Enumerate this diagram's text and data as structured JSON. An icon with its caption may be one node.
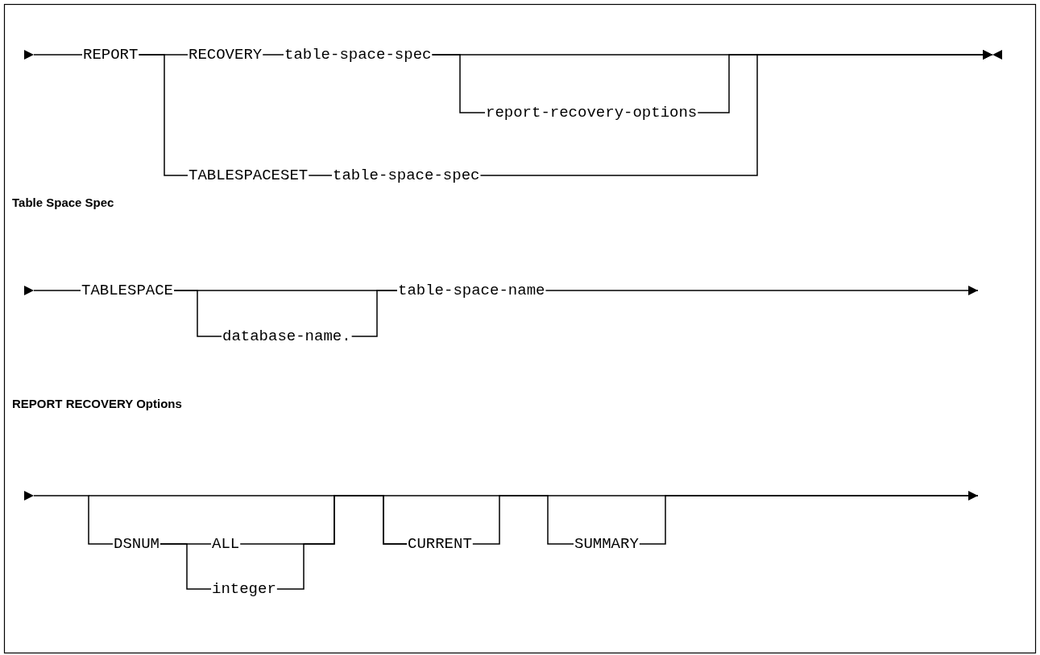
{
  "diagram": {
    "nodes": [
      {
        "text": [
          "REPORT"
        ]
      },
      {
        "text": [
          "RECOVERY"
        ]
      },
      {
        "text": [
          "table-space-spec"
        ]
      },
      {
        "text": [
          "report-recovery-options"
        ]
      },
      {
        "text": [
          "TABLESPACESET"
        ]
      },
      {
        "text": [
          "table-space-spec"
        ]
      },
      {
        "text": [
          "TABLESPACE"
        ]
      },
      {
        "text": [
          "database-name."
        ]
      },
      {
        "text": [
          "table-space-name"
        ]
      },
      {
        "text": [
          "DSNUM"
        ]
      },
      {
        "text": [
          "ALL"
        ]
      },
      {
        "text": [
          "integer"
        ]
      },
      {
        "text": [
          "CURRENT"
        ]
      },
      {
        "text": [
          "SUMMARY"
        ]
      },
      {
        "text": [],
        "shape": "triangle"
      },
      {
        "text": [],
        "shape": "triangle"
      },
      {
        "text": [],
        "shape": "triangle"
      }
    ],
    "edges": [
      {
        "from": 14,
        "to": 0,
        "arrow": "none"
      },
      {
        "from": 0,
        "to": 1,
        "arrow": "none"
      },
      {
        "from": 0,
        "to": 4,
        "arrow": "none"
      },
      {
        "from": 1,
        "to": 2,
        "arrow": "none"
      },
      {
        "from": 2,
        "to": 3,
        "arrow": "none"
      },
      {
        "from": 2,
        "to": null,
        "arrow": "to"
      },
      {
        "from": 3,
        "to": null,
        "arrow": "to"
      },
      {
        "from": 5,
        "to": null,
        "arrow": "to"
      },
      {
        "from": 4,
        "to": 5,
        "arrow": "none"
      },
      {
        "from": 15,
        "to": 6,
        "arrow": "none"
      },
      {
        "from": 6,
        "to": 7,
        "arrow": "none"
      },
      {
        "from": 6,
        "to": 8,
        "arrow": "none"
      },
      {
        "from": 7,
        "to": 8,
        "arrow": "none"
      },
      {
        "from": 8,
        "to": null,
        "arrow": "to"
      },
      {
        "from": 16,
        "to": 9,
        "arrow": "none"
      },
      {
        "from": 9,
        "to": 10,
        "arrow": "none"
      },
      {
        "from": 9,
        "to": 11,
        "arrow": "none"
      },
      {
        "from": 10,
        "to": 12,
        "arrow": "none"
      },
      {
        "from": 11,
        "to": 12,
        "arrow": "none"
      },
      {
        "from": 12,
        "to": 13,
        "arrow": "none"
      },
      {
        "from": 13,
        "to": null,
        "arrow": "to"
      }
    ],
    "labels": [
      "Table Space Spec",
      "REPORT RECOVERY Options"
    ]
  }
}
